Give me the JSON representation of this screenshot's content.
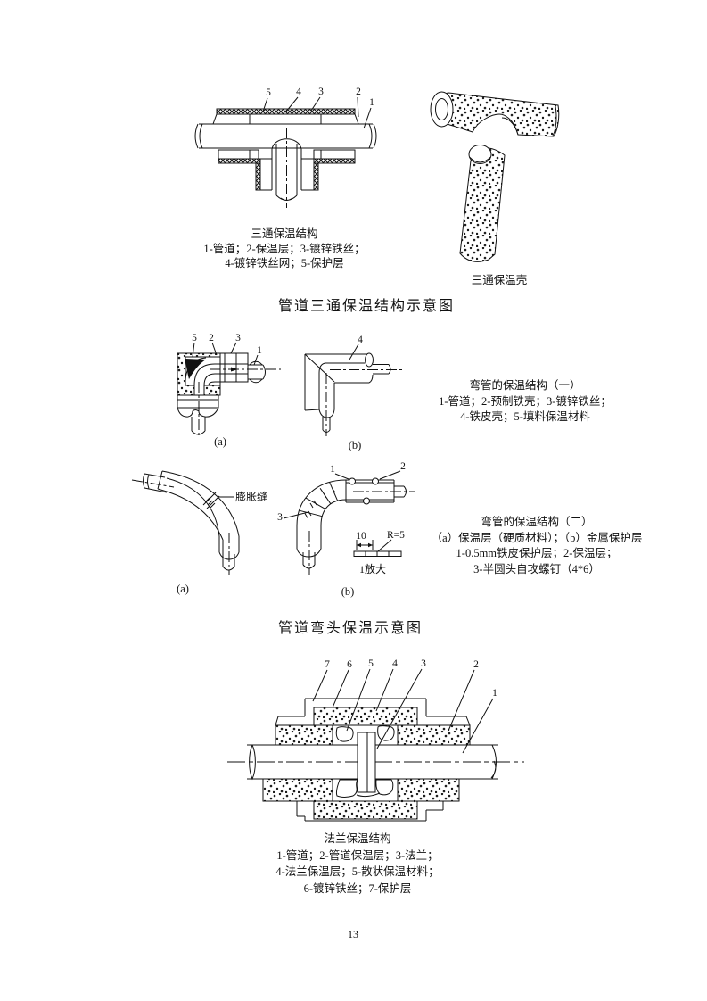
{
  "page": {
    "number": "13"
  },
  "tee": {
    "labels": {
      "n5": "5",
      "n4": "4",
      "n3": "3",
      "n2": "2",
      "n1": "1"
    },
    "caption": {
      "title": "三通保温结构",
      "line1": "1-管道；2-保温层；3-镀锌铁丝；",
      "line2": "4-镀锌铁丝网；5-保护层"
    },
    "shell_caption": "三通保温壳",
    "section_title": "管道三通保温结构示意图"
  },
  "elbow1": {
    "labels": {
      "n5": "5",
      "n2": "2",
      "n3": "3",
      "n1": "1",
      "n4": "4"
    },
    "sub_a": "(a)",
    "sub_b": "(b)",
    "caption": {
      "title": "弯管的保温结构（一）",
      "line1": "1-管道；2-预制铁壳；3-镀锌铁丝；",
      "line2": "4-铁皮壳；5-填料保温材料"
    }
  },
  "elbow2": {
    "labels": {
      "n1": "1",
      "n2": "2",
      "n3": "3"
    },
    "expansion_joint": "膨胀缝",
    "detail": {
      "dim": "10",
      "radius": "R=5",
      "zoom_caption": "1放大"
    },
    "sub_a": "(a)",
    "sub_b": "(b)",
    "caption": {
      "title": "弯管的保温结构（二）",
      "line1": "（a）保温层（硬质材料）；（b）金属保护层",
      "line2": "1-0.5mm铁皮保护层；2-保温层；",
      "line3": "3-半圆头自攻螺钉（4*6）"
    },
    "section_title": "管道弯头保温示意图"
  },
  "flange": {
    "labels": {
      "n7": "7",
      "n6": "6",
      "n5": "5",
      "n4": "4",
      "n3": "3",
      "n2": "2",
      "n1": "1"
    },
    "caption": {
      "title": "法兰保温结构",
      "line1": "1-管道；2-管道保温层；3-法兰；",
      "line2": "4-法兰保温层；5-散状保温材料；",
      "line3": "6-镀锌铁丝；7-保护层"
    }
  }
}
